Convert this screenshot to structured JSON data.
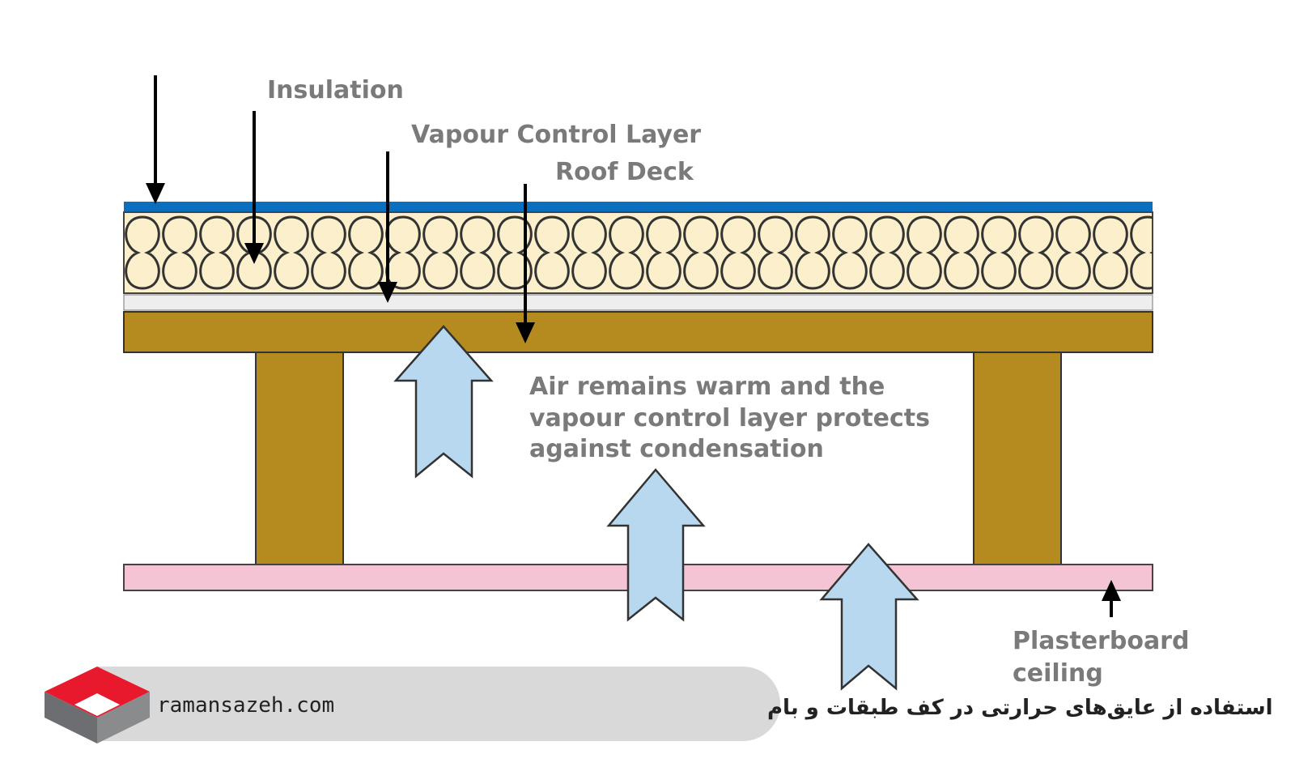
{
  "labels": {
    "insulation": "Insulation",
    "vapour_control_layer": "Vapour Control Layer",
    "roof_deck": "Roof Deck",
    "air_note_line1": "Air remains warm and the",
    "air_note_line2": "vapour control layer protects",
    "air_note_line3": "against condensation",
    "plasterboard_line1": "Plasterboard",
    "plasterboard_line2": "ceiling"
  },
  "footer": {
    "site": "ramansazeh.com",
    "caption_fa": "استفاده از عایق‌های حرارتی در کف طبقات و بام"
  },
  "colors": {
    "membrane": "#0a6fbf",
    "insulation_fill": "#fbf0cb",
    "vapour_layer": "#eeeeee",
    "timber": "#b58a1f",
    "plasterboard": "#f4c4d4",
    "air_arrow": "#b8d8f0",
    "logo_red": "#e8192c",
    "logo_grey": "#6d6e71",
    "footer_bg": "#d9d9d9"
  }
}
